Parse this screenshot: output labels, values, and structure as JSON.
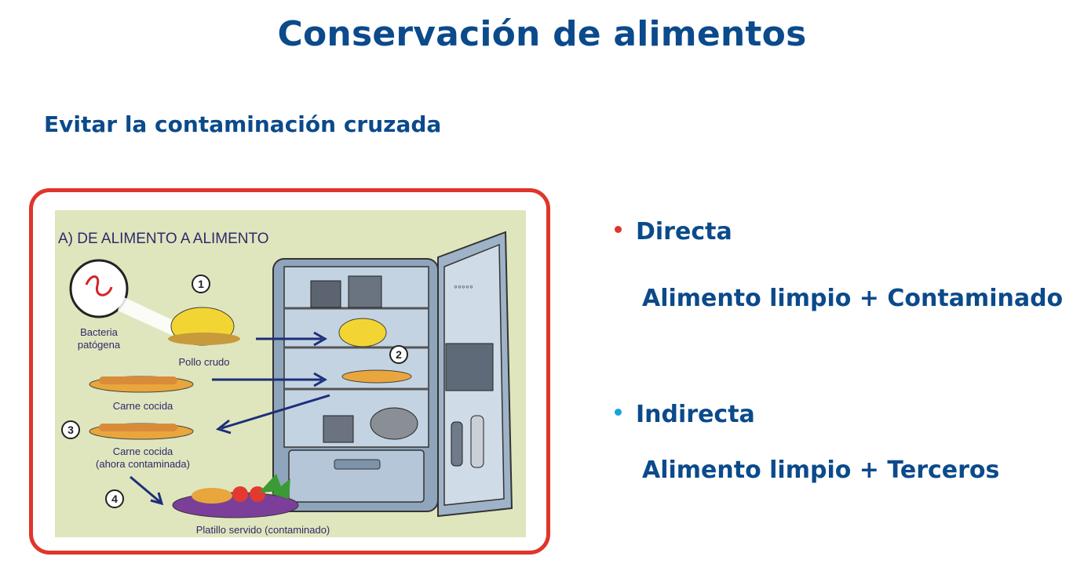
{
  "slide": {
    "title": "Conservación de alimentos",
    "subtitle": "Evitar la contaminación cruzada"
  },
  "illustration": {
    "heading": "A) DE ALIMENTO A ALIMENTO",
    "labels": {
      "bacteria_line1": "Bacteria",
      "bacteria_line2": "patógena",
      "pollo": "Pollo crudo",
      "carne": "Carne cocida",
      "carne_cont_line1": "Carne cocida",
      "carne_cont_line2": "(ahora contaminada)",
      "platillo": "Platillo servido (contaminado)"
    },
    "steps": [
      "1",
      "2",
      "3",
      "4"
    ]
  },
  "bullets": [
    {
      "label": "Directa",
      "detail": "Alimento limpio + Contaminado",
      "color": "#e0352b"
    },
    {
      "label": "Indirecta",
      "detail": "Alimento limpio + Terceros",
      "color": "#1aa3e0"
    }
  ],
  "colors": {
    "title": "#0b4a8b",
    "frame": "#e0352b",
    "fridge": "#9fb3c8",
    "arrow": "#1d2f7a"
  }
}
